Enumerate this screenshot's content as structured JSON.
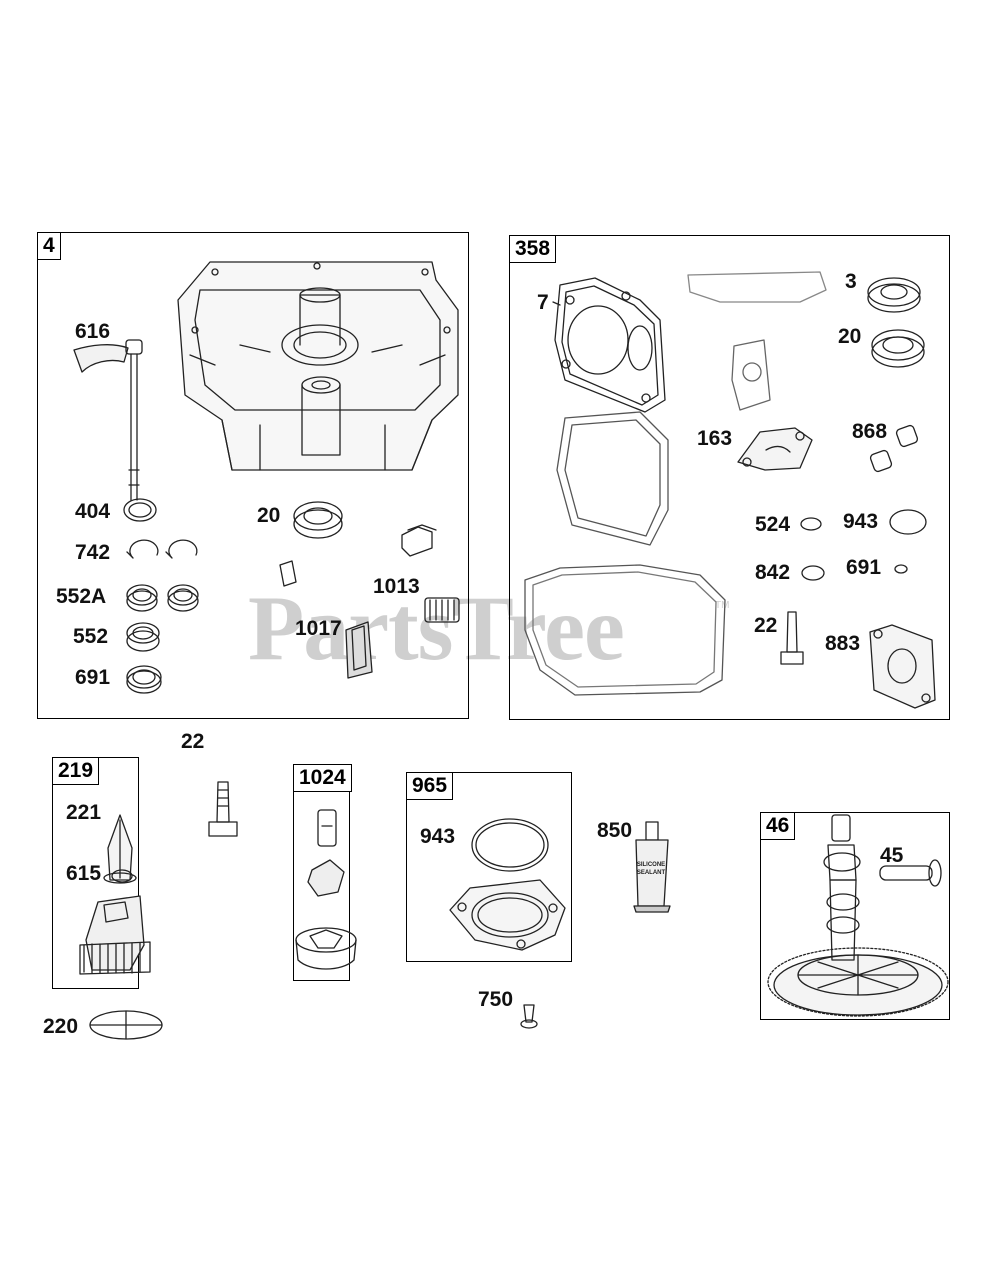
{
  "watermark": "PartsTree",
  "watermark_tm": "TM",
  "groups": {
    "g4": "4",
    "g358": "358",
    "g219": "219",
    "g1024": "1024",
    "g965": "965",
    "g46": "46"
  },
  "labels": {
    "p616": "616",
    "p404": "404",
    "p742": "742",
    "p552a": "552A",
    "p552": "552",
    "p691a": "691",
    "p20a": "20",
    "p1013": "1013",
    "p1017": "1017",
    "p7": "7",
    "p3": "3",
    "p20b": "20",
    "p163": "163",
    "p868": "868",
    "p524": "524",
    "p943a": "943",
    "p842": "842",
    "p691b": "691",
    "p22a": "22",
    "p883": "883",
    "p22b": "22",
    "p221": "221",
    "p615": "615",
    "p220": "220",
    "p943b": "943",
    "p850": "850",
    "p750": "750",
    "p45": "45"
  },
  "sealant_text": [
    "SILICONE",
    "SEALANT"
  ]
}
